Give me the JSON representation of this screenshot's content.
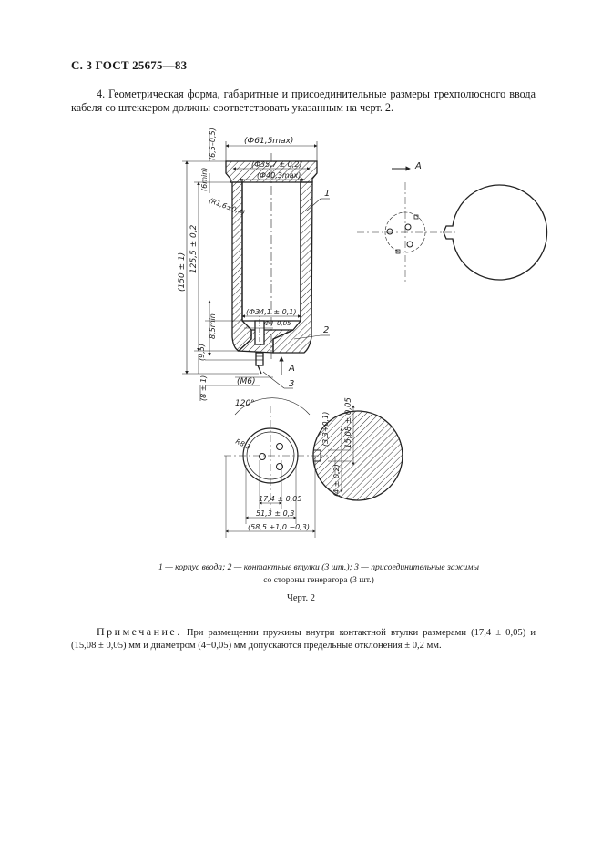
{
  "header": "С. 3 ГОСТ 25675—83",
  "paragraph": "4. Геометрическая форма, габаритные и присоединительные размеры трехполюсного ввода кабеля со штеккером должны соответствовать указанным на черт. 2.",
  "drawing": {
    "dims": {
      "phi615": "(Ф61,5max)",
      "phi357": "(Ф35,7 ± 0,2)",
      "phi403": "(Ф40,3max)",
      "d65": "(6,5–0,5)",
      "d6min": "(6min)",
      "r516": "(R1,6±0,4)",
      "d150": "(150 ± 1)",
      "d1255": "125,5 ± 0,2",
      "d85": "8,5min",
      "d95": "(9,5)",
      "d81": "(8 ± 1)",
      "phi341": "(Ф34,1 ± 0,1)",
      "phi4": "Ф4–0,05",
      "m6": "(M6)",
      "ang": "120°",
      "r83": "R8,3",
      "d1508": "15,08 ± 0,05",
      "d3": "(3,3+0,1)",
      "d4": "(4 ± 0,2)",
      "d174": "17,4 ± 0,05",
      "d513": "51,3 ± 0,3",
      "d585": "(58,5 +1,0 −0,3)"
    },
    "labels": {
      "pos1": "1",
      "pos2": "2",
      "pos3": "3",
      "arrowA1": "A",
      "arrowA2": "A"
    }
  },
  "caption": {
    "line1": "1 — корпус ввода; 2 — контактные втулки (3 шт.); 3 — присоединительные зажимы",
    "line2": "со стороны генератора (3 шт.)"
  },
  "figure_label": "Черт. 2",
  "note": {
    "lead": "Примечание.",
    "text": " При размещении пружины внутри контактной втулки размерами (17,4 ± 0,05) и (15,08 ± 0,05) мм и диаметром (4−0,05) мм допускаются предельные отклонения ± 0,2 мм."
  }
}
